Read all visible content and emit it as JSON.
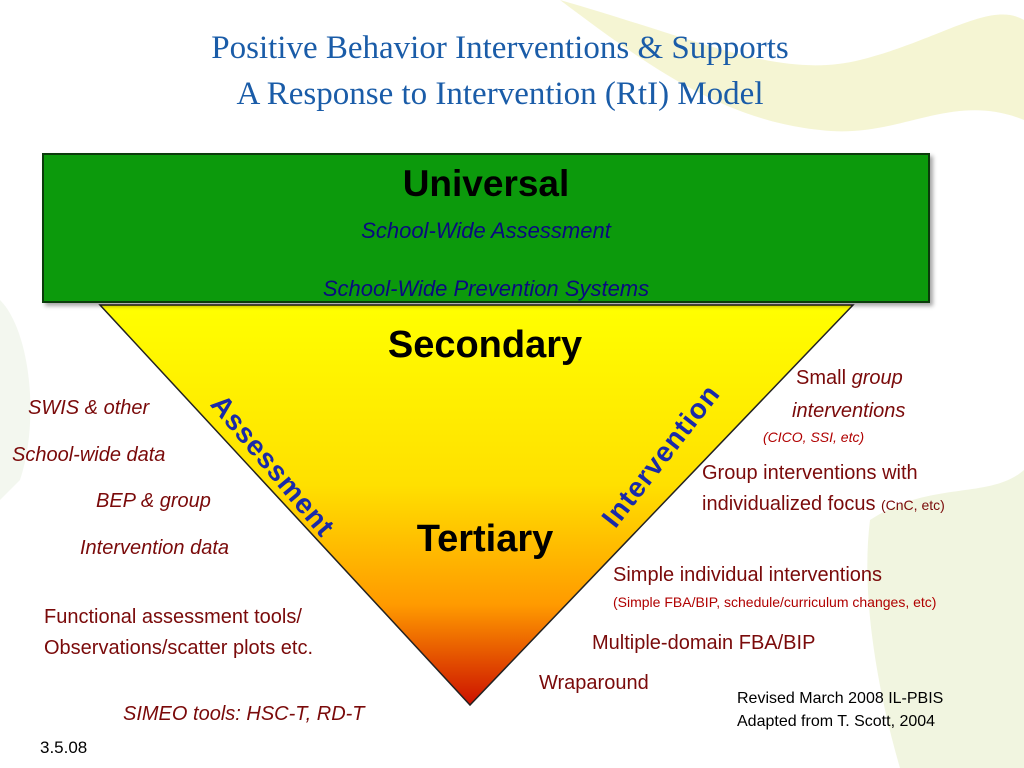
{
  "slide": {
    "title_line1": "Positive Behavior Interventions & Supports",
    "title_line2": "A Response to Intervention (RtI) Model"
  },
  "tiers": {
    "universal": {
      "title": "Universal",
      "subtitle1": "School-Wide Assessment",
      "subtitle2": "School-Wide Prevention Systems"
    },
    "secondary": {
      "title": "Secondary"
    },
    "tertiary": {
      "title": "Tertiary"
    }
  },
  "diagonal_labels": {
    "assessment": "Assessment",
    "intervention": "Intervention"
  },
  "assessment_side": {
    "swis": "SWIS & other",
    "school_wide_data": "School-wide data",
    "bep_group": "BEP & group",
    "intervention_data": "Intervention data",
    "functional_1": "Functional assessment tools/",
    "functional_2": "Observations/scatter plots etc.",
    "simeo": "SIMEO tools: HSC-T, RD-T"
  },
  "intervention_side": {
    "small_prefix": "Small ",
    "small_group": "group",
    "small_interventions": "interventions",
    "cico": "(CICO, SSI, etc)",
    "group_focus_1": "Group interventions with",
    "group_focus_2": "individualized focus ",
    "cnc": "(CnC, etc)",
    "simple_individual": "Simple individual interventions",
    "simple_note": "(Simple FBA/BIP, schedule/curriculum changes, etc)",
    "multiple_domain": "Multiple-domain FBA/BIP",
    "wraparound": "Wraparound"
  },
  "footer": {
    "date": "3.5.08",
    "revised": "Revised March 2008 IL-PBIS",
    "adapted": "Adapted from T. Scott, 2004"
  },
  "colors": {
    "universal_green": "#0c9a0c",
    "triangle_top": "#ffff00",
    "triangle_bottom": "#cc1100",
    "title_blue": "#1a5ca8"
  }
}
